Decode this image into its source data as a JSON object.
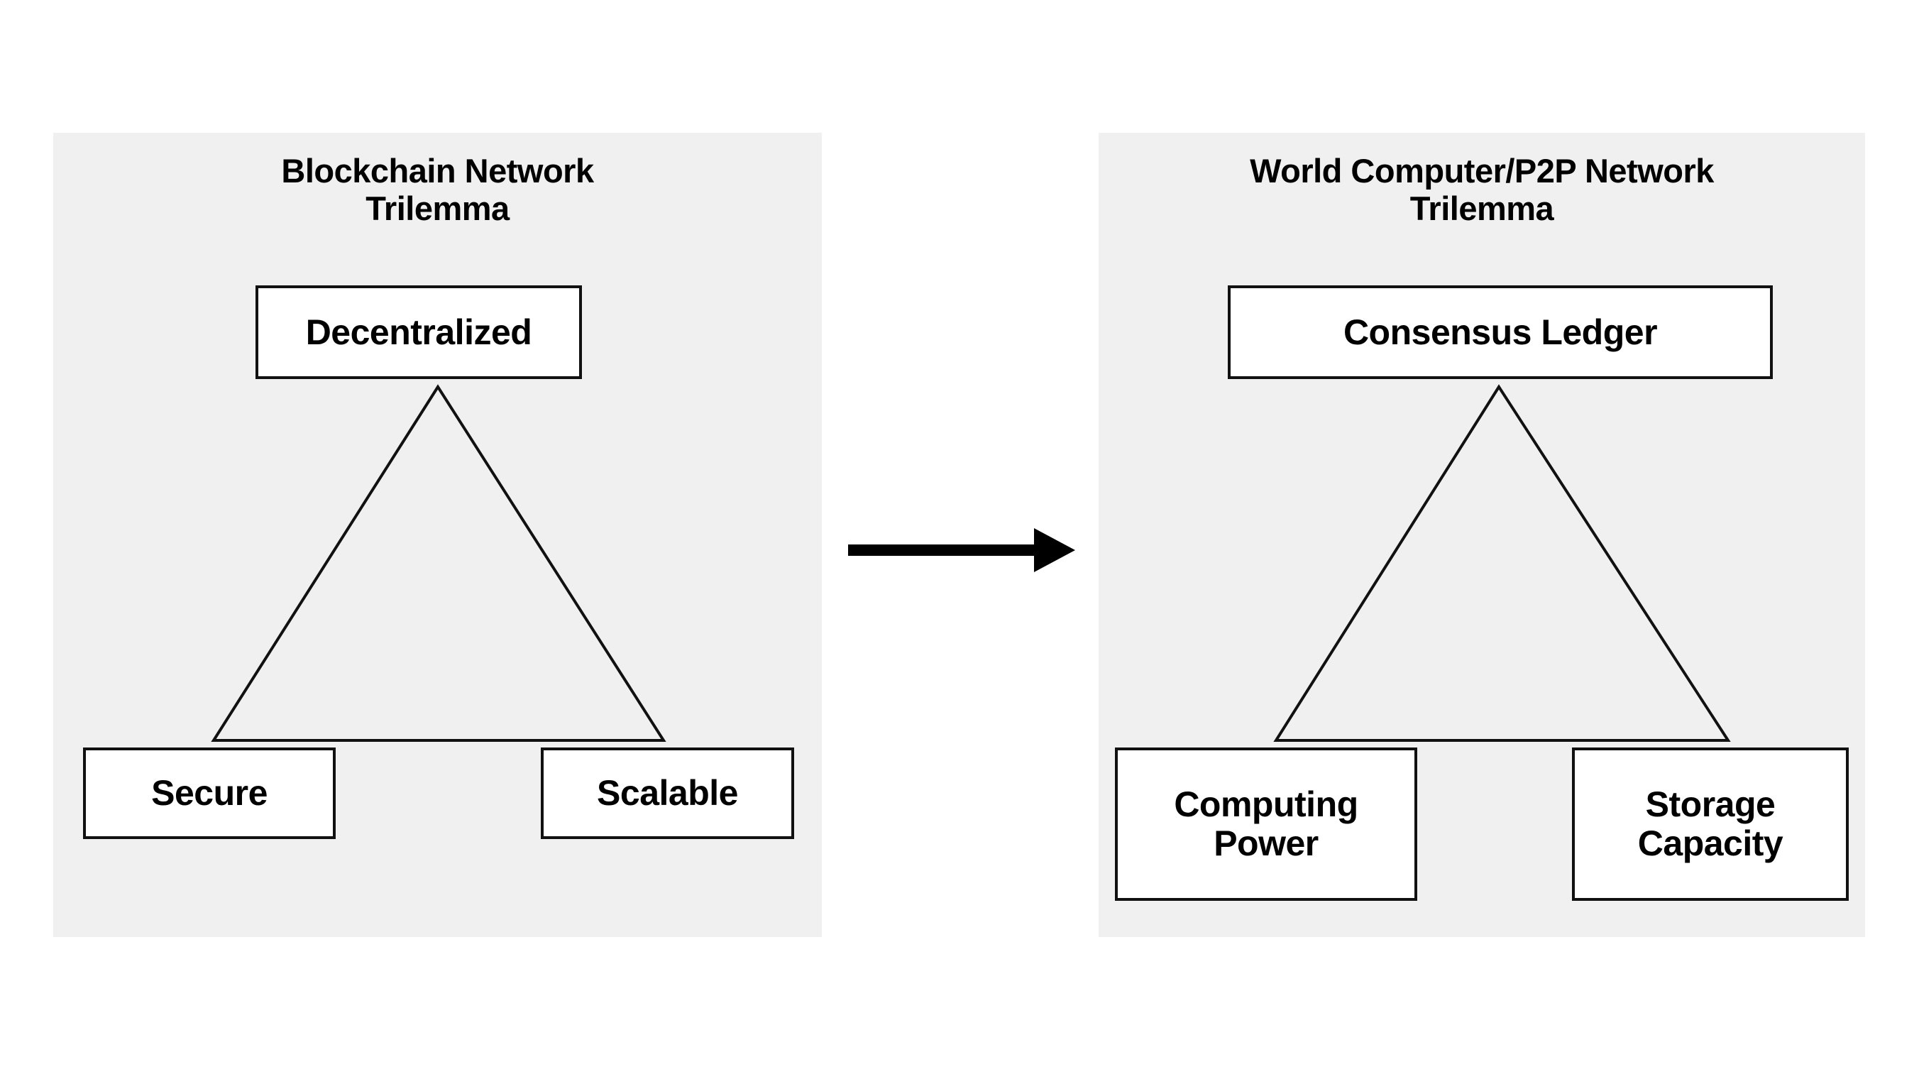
{
  "diagram": {
    "background_color": "#ffffff",
    "panel_background_color": "#f0f0f0",
    "stroke_color": "#111111",
    "box_fill_color": "#ffffff",
    "text_color": "#000000",
    "arrow": {
      "icon": "right-arrow-icon",
      "direction": "right",
      "color": "#000000"
    },
    "panels": [
      {
        "id": "blockchain-network-trilemma",
        "title": "Blockchain Network\nTrilemma",
        "apex": {
          "label": "Decentralized"
        },
        "bottom_left": {
          "label": "Secure"
        },
        "bottom_right": {
          "label": "Scalable"
        }
      },
      {
        "id": "world-computer-p2p-network-trilemma",
        "title": "World Computer/P2P Network\nTrilemma",
        "apex": {
          "label": "Consensus Ledger"
        },
        "bottom_left": {
          "label": "Computing\nPower"
        },
        "bottom_right": {
          "label": "Storage\nCapacity"
        }
      }
    ]
  }
}
